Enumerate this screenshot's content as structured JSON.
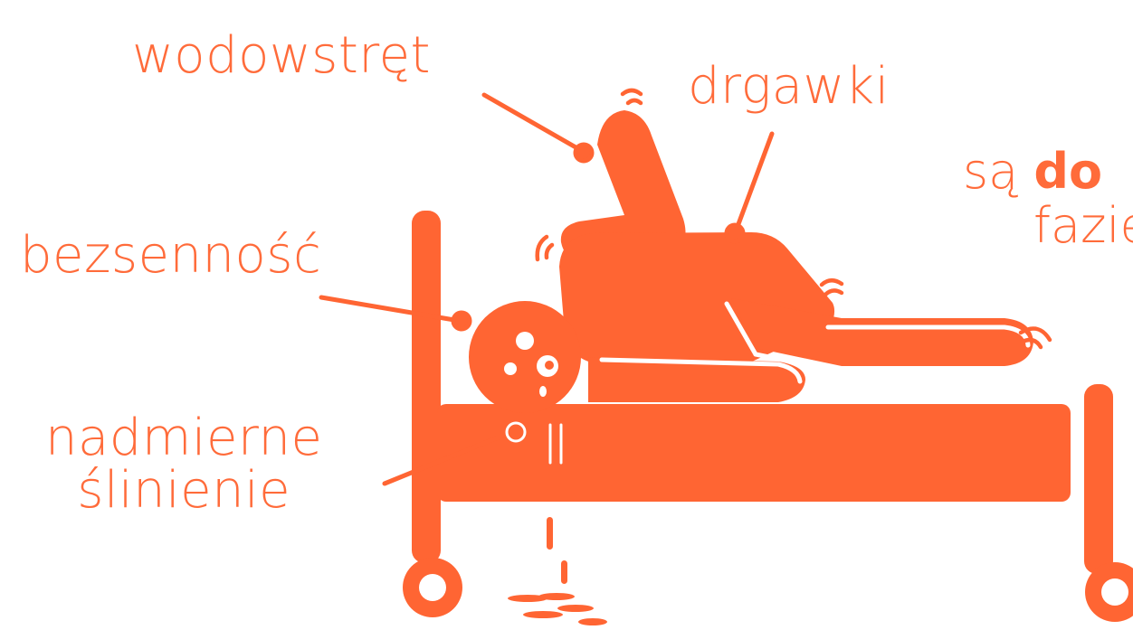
{
  "colors": {
    "accent": "#ff6533",
    "text": "#ff6b3a",
    "background": "#ffffff"
  },
  "labels": {
    "hydrophobia": "wodowstręt",
    "convulsions": "drgawki",
    "insomnia": "bezsenność",
    "salivation_line1": "nadmierne",
    "salivation_line2": "ślinienie"
  },
  "side_text": {
    "line1_prefix": "są ",
    "line1_bold": "do",
    "line2": "fazie"
  }
}
